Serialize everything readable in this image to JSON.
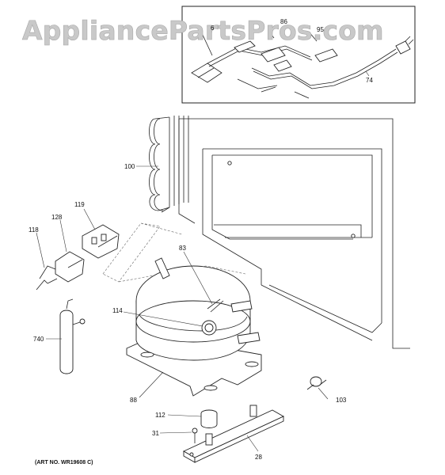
{
  "watermark": "AppliancePartsPros.com",
  "art_number": "(ART NO. WR19608 C)",
  "callouts": {
    "c6": "6",
    "c86": "86",
    "c95": "95",
    "c74": "74",
    "c100": "100",
    "c119": "119",
    "c128": "128",
    "c118": "118",
    "c83": "83",
    "c114": "114",
    "c740": "740",
    "c88": "88",
    "c103": "103",
    "c112": "112",
    "c31": "31",
    "c28": "28"
  }
}
